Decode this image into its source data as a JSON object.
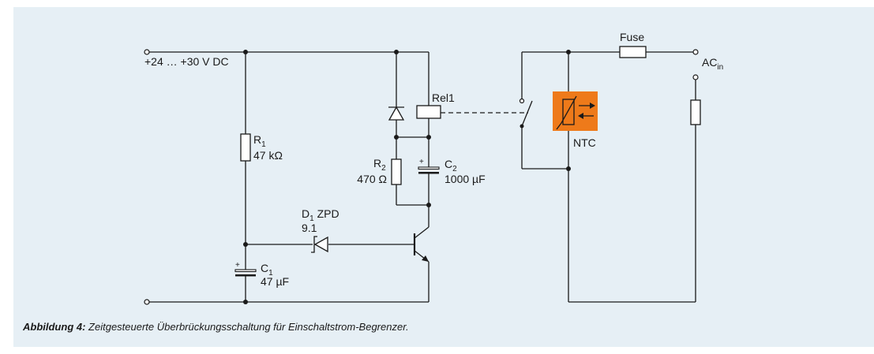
{
  "labels": {
    "supply": "+24 … +30 V DC",
    "r1_ref": "R",
    "r1_sub": "1",
    "r1_value": "47 kΩ",
    "rel1": "Rel1",
    "r2_ref": "R",
    "r2_sub": "2",
    "r2_value": "470 Ω",
    "c2_ref": "C",
    "c2_sub": "2",
    "c2_value": "1000 µF",
    "d1_ref": "D",
    "d1_sub": "1",
    "d1_type": " ZPD",
    "d1_value": "9.1",
    "c1_ref": "C",
    "c1_sub": "1",
    "c1_value": "47 µF",
    "cap_plus": "+",
    "ntc": "NTC",
    "fuse": "Fuse",
    "ac_main": "AC",
    "ac_sub": "in"
  },
  "caption": {
    "label": "Abbildung 4:",
    "text": " Zeitgesteuerte Überbrückungsschaltung für Einschaltstrom-Begrenzer."
  },
  "colors": {
    "background": "#e6eff5",
    "ntc_fill": "#ee7a1a",
    "line": "#1a1a1a"
  }
}
